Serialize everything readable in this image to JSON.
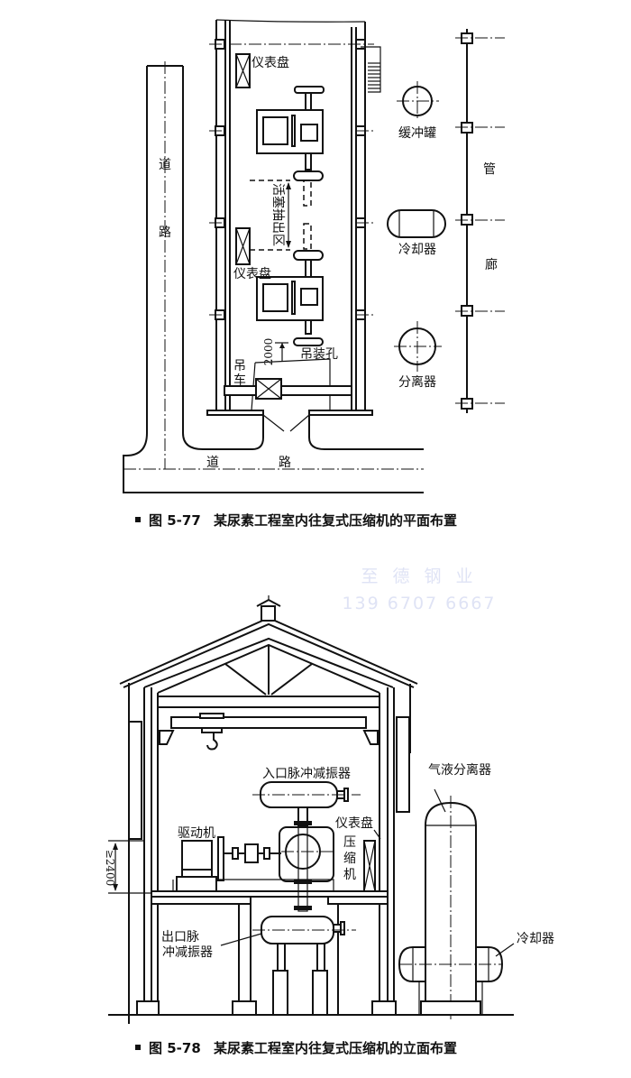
{
  "figures": [
    {
      "id": "5-77",
      "caption_number": "图 5-77",
      "caption_text": "某尿素工程室内往复式压缩机的平面布置",
      "labels": {
        "road_vertical_1": "道",
        "road_vertical_2": "路",
        "road_horizontal_1": "道",
        "road_horizontal_2": "路",
        "instrument_panel_top": "仪表盘",
        "instrument_panel_mid": "仪表盘",
        "piston_withdrawal_zone": "活塞抽出区",
        "dimension_2000": "2000",
        "crane_1": "吊",
        "crane_2": "车",
        "hoist_hole": "吊装孔",
        "buffer_tank": "缓冲罐",
        "cooler": "冷却器",
        "separator": "分离器",
        "pipe_rack_1": "管",
        "pipe_rack_2": "廊"
      }
    },
    {
      "id": "5-78",
      "caption_number": "图 5-78",
      "caption_text": "某尿素工程室内往复式压缩机的立面布置",
      "labels": {
        "inlet_damper": "入口脉冲减振器",
        "driver": "驱动机",
        "instrument_panel": "仪表盘",
        "compressor_1": "压",
        "compressor_2": "缩",
        "compressor_3": "机",
        "dimension_2400": "≥2400",
        "outlet_damper_1": "出口脉",
        "outlet_damper_2": "冲减振器",
        "gas_liquid_separator": "气液分离器",
        "cooler": "冷却器"
      }
    }
  ],
  "watermark": {
    "line1": "至 德 钢 业",
    "line2": "139 6707 6667"
  }
}
